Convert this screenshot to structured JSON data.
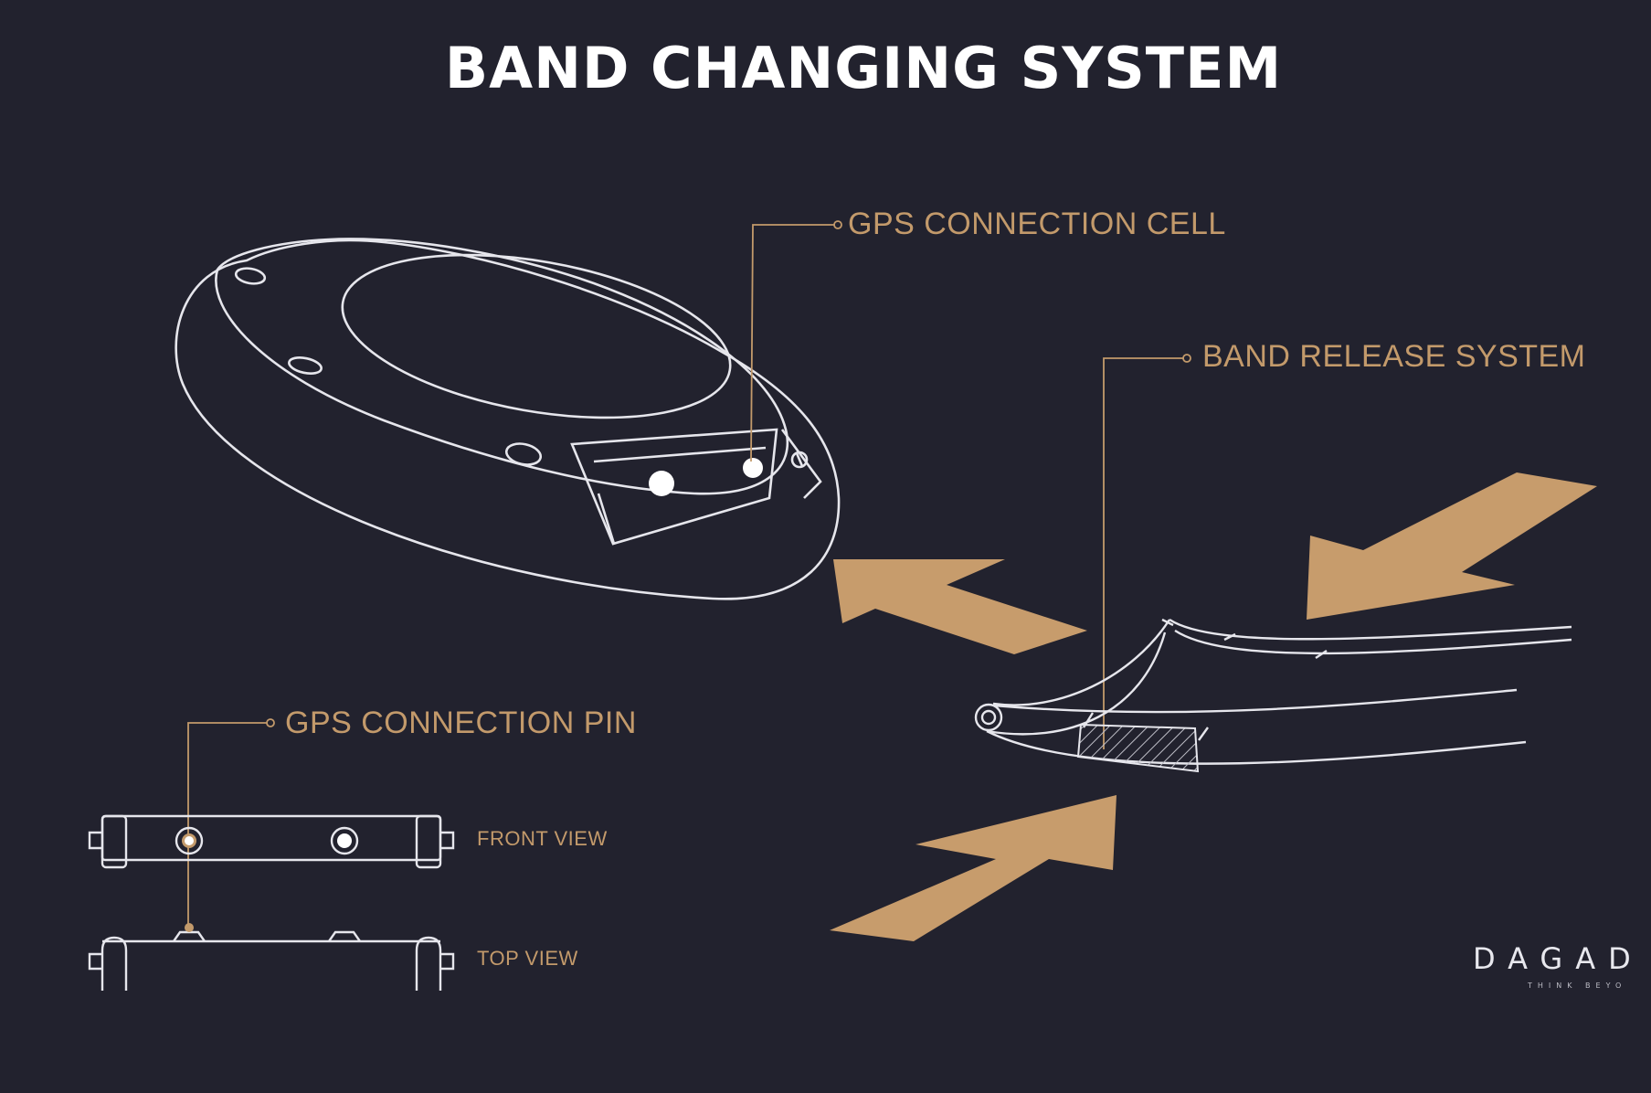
{
  "title": "BAND CHANGING SYSTEM",
  "labels": {
    "gps_connection_cell": "GPS CONNECTION CELL",
    "band_release_system": "BAND RELEASE SYSTEM",
    "gps_connection_pin": "GPS CONNECTION PIN",
    "front_view": "FRONT VIEW",
    "top_view": "TOP VIEW"
  },
  "brand": {
    "name": "DAGAD",
    "tagline": "THINK BEYO"
  },
  "colors": {
    "background": "#22222e",
    "line_art": "#e6e6ec",
    "accent": "#c39a6b",
    "arrow_fill": "#c79c6c"
  }
}
